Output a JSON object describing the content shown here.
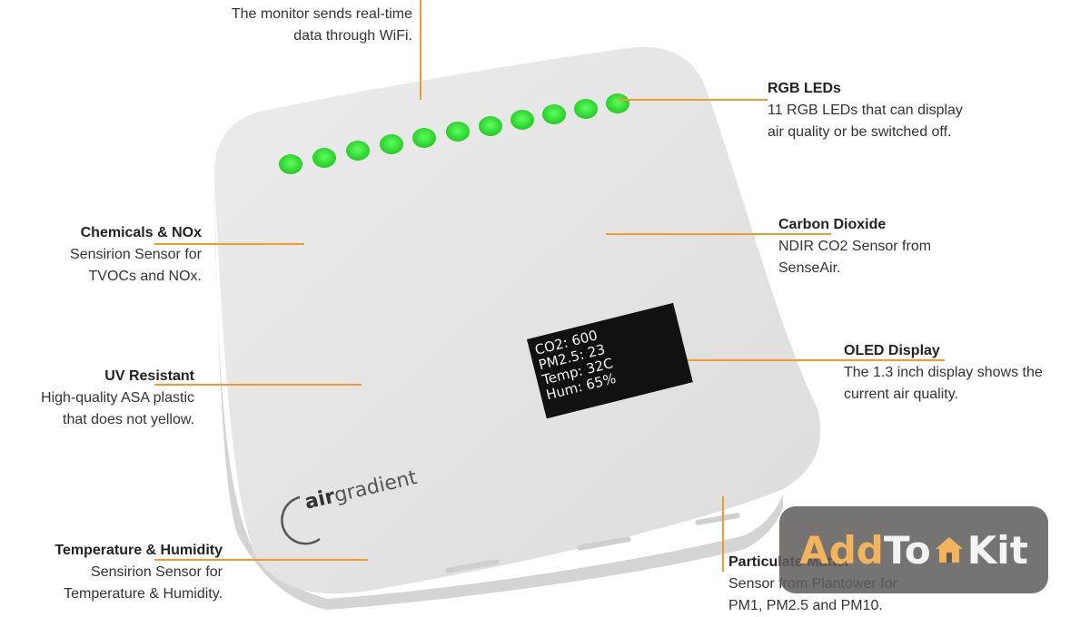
{
  "annotations": {
    "wifi": {
      "desc1": "The monitor sends real-time",
      "desc2": "data through WiFi."
    },
    "rgb": {
      "title": "RGB LEDs",
      "desc1": "11 RGB LEDs that can display",
      "desc2": "air quality or be switched off."
    },
    "chemicals": {
      "title": "Chemicals & NOx",
      "desc1": "Sensirion Sensor for",
      "desc2": "TVOCs and NOx."
    },
    "co2": {
      "title": "Carbon Dioxide",
      "desc1": "NDIR CO2 Sensor from",
      "desc2": "SenseAir."
    },
    "uv": {
      "title": "UV Resistant",
      "desc1": "High-quality ASA plastic",
      "desc2": "that does not yellow."
    },
    "oled": {
      "title": "OLED Display",
      "desc1": "The 1.3 inch display shows the",
      "desc2": "current air quality."
    },
    "temp": {
      "title": "Temperature & Humidity",
      "desc1": "Sensirion Sensor for",
      "desc2": "Temperature & Humidity."
    },
    "pm": {
      "title": "Particulate Matter",
      "desc1": "Sensor from Plantower for",
      "desc2": "PM1, PM2.5 and PM10."
    }
  },
  "display": {
    "line1": "CO2: 600",
    "line2": "PM2.5: 23",
    "line3": "Temp: 32C",
    "line4": "Hum: 65%"
  },
  "brand": {
    "part1": "air",
    "part2": "gradient"
  },
  "watermark": {
    "part1": "Add",
    "part2": "To",
    "part3": "Kit"
  },
  "colors": {
    "leader": "#f39a2b",
    "led": "#2bd62b",
    "device": "#e4e4e4",
    "watermark_bg": "#605c5c",
    "watermark_accent": "#f2b35a"
  }
}
